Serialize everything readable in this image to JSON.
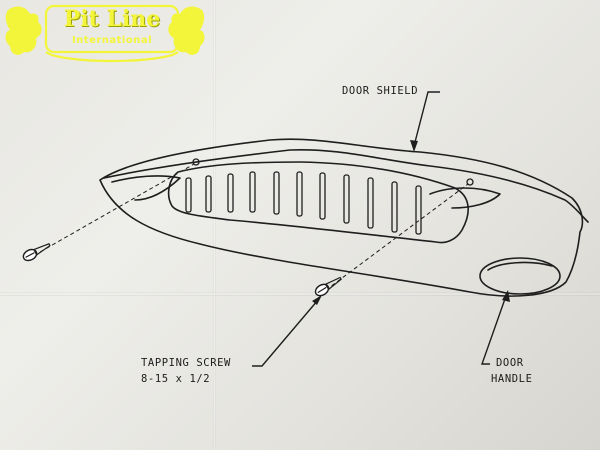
{
  "logo": {
    "title": "Pit Line",
    "subtitle": "International",
    "color": "#f3f53a"
  },
  "labels": {
    "door_shield": "DOOR SHIELD",
    "tapping_screw": "TAPPING SCREW",
    "tapping_screw_size": "8-15 x 1/2",
    "door_line1": "DOOR",
    "door_line2": "HANDLE"
  }
}
